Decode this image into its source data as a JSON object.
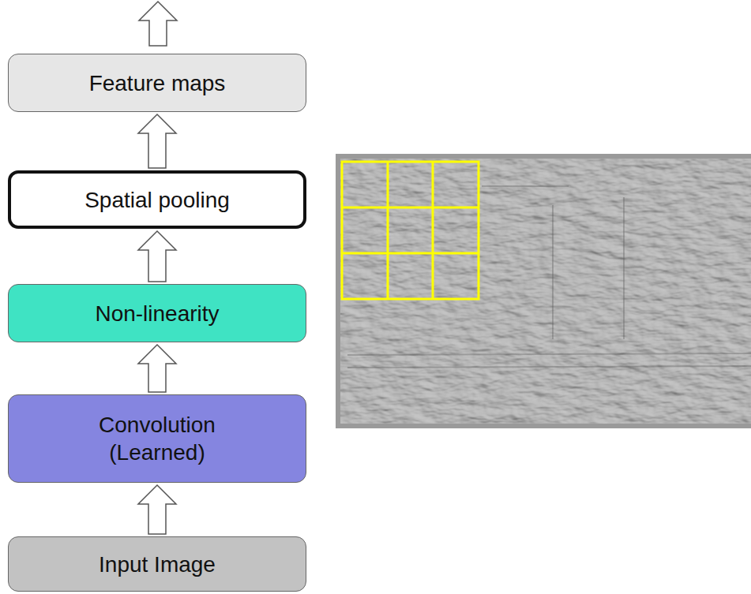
{
  "diagram": {
    "nodes": [
      {
        "text": [
          "Feature maps"
        ]
      },
      {
        "text": [
          "Spatial pooling"
        ]
      },
      {
        "text": [
          "Non-linearity"
        ]
      },
      {
        "text": [
          "Convolution (Learned)"
        ]
      },
      {
        "text": [
          "Input Image"
        ]
      }
    ],
    "edges": [
      {
        "from": 4,
        "to": 3,
        "arrow": "to"
      },
      {
        "from": 3,
        "to": 2,
        "arrow": "to"
      },
      {
        "from": 2,
        "to": 1,
        "arrow": "to"
      },
      {
        "from": 1,
        "to": 0,
        "arrow": "to"
      }
    ]
  }
}
